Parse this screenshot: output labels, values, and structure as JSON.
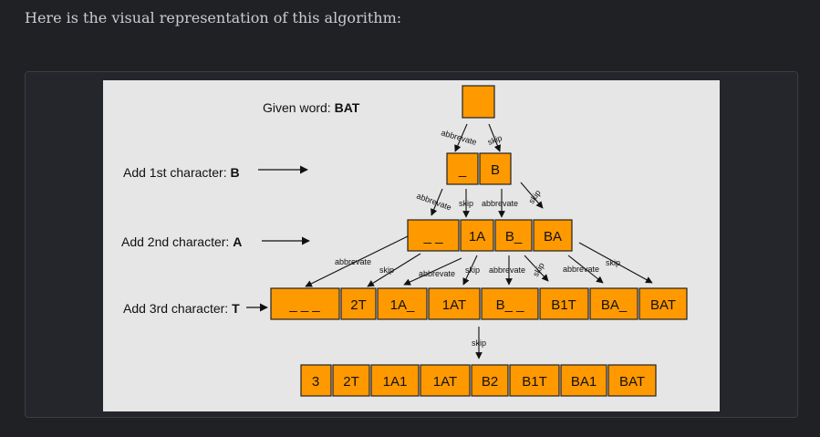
{
  "intro": "Here is the visual representation of this algorithm:",
  "diagram": {
    "given_label": "Given word: ",
    "given_word": "BAT",
    "levels": [
      {
        "label": "Add 1st character: ",
        "char": "B"
      },
      {
        "label": "Add 2nd character: ",
        "char": "A"
      },
      {
        "label": "Add 3rd character: ",
        "char": "T"
      }
    ],
    "rows": {
      "root": [
        ""
      ],
      "level1": [
        "_",
        "B"
      ],
      "level2": [
        "_ _",
        "1A",
        "B_",
        "BA"
      ],
      "level3": [
        "_ _ _",
        "2T",
        "1A_",
        "1AT",
        "B_ _",
        "B1T",
        "BA_",
        "BAT"
      ],
      "final": [
        "3",
        "2T",
        "1A1",
        "1AT",
        "B2",
        "B1T",
        "BA1",
        "BAT"
      ]
    },
    "edges": {
      "abbrevate": "abbrevate",
      "skip": "skip"
    }
  }
}
